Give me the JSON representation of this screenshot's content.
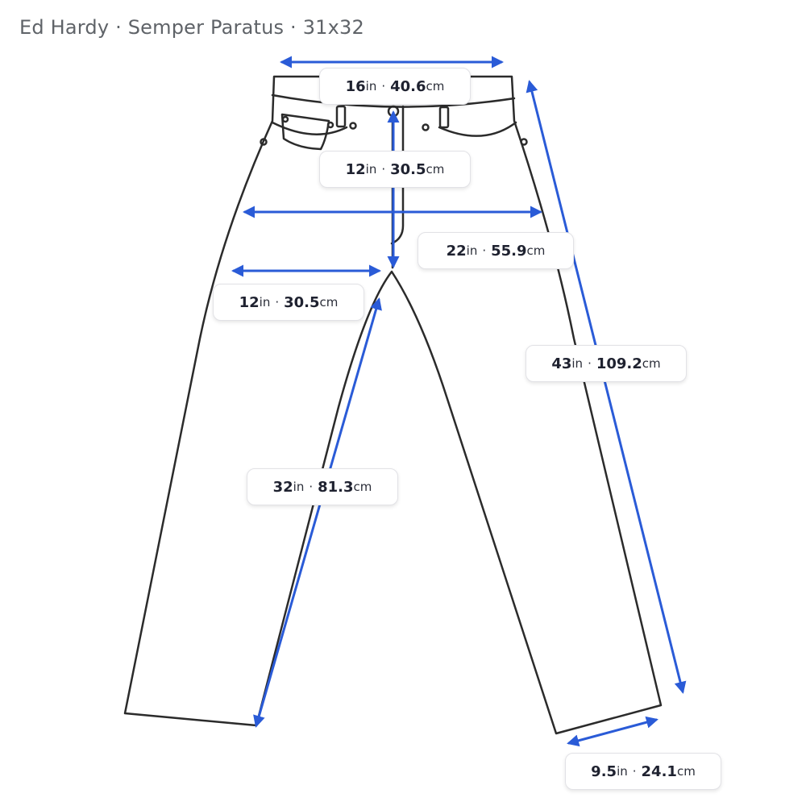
{
  "title": "Ed Hardy · Semper Paratus · 31x32",
  "colors": {
    "arrow": "#2a5bd7",
    "outline": "#2b2b2b",
    "title": "#5f6368"
  },
  "measurements": {
    "waist": {
      "in": "16",
      "in_unit": "in",
      "sep": "·",
      "cm": "40.6",
      "cm_unit": "cm"
    },
    "rise": {
      "in": "12",
      "in_unit": "in",
      "sep": "·",
      "cm": "30.5",
      "cm_unit": "cm"
    },
    "hip": {
      "in": "22",
      "in_unit": "in",
      "sep": "·",
      "cm": "55.9",
      "cm_unit": "cm"
    },
    "thigh": {
      "in": "12",
      "in_unit": "in",
      "sep": "·",
      "cm": "30.5",
      "cm_unit": "cm"
    },
    "outseam": {
      "in": "43",
      "in_unit": "in",
      "sep": "·",
      "cm": "109.2",
      "cm_unit": "cm"
    },
    "inseam": {
      "in": "32",
      "in_unit": "in",
      "sep": "·",
      "cm": "81.3",
      "cm_unit": "cm"
    },
    "leg_opening": {
      "in": "9.5",
      "in_unit": "in",
      "sep": "·",
      "cm": "24.1",
      "cm_unit": "cm"
    }
  }
}
